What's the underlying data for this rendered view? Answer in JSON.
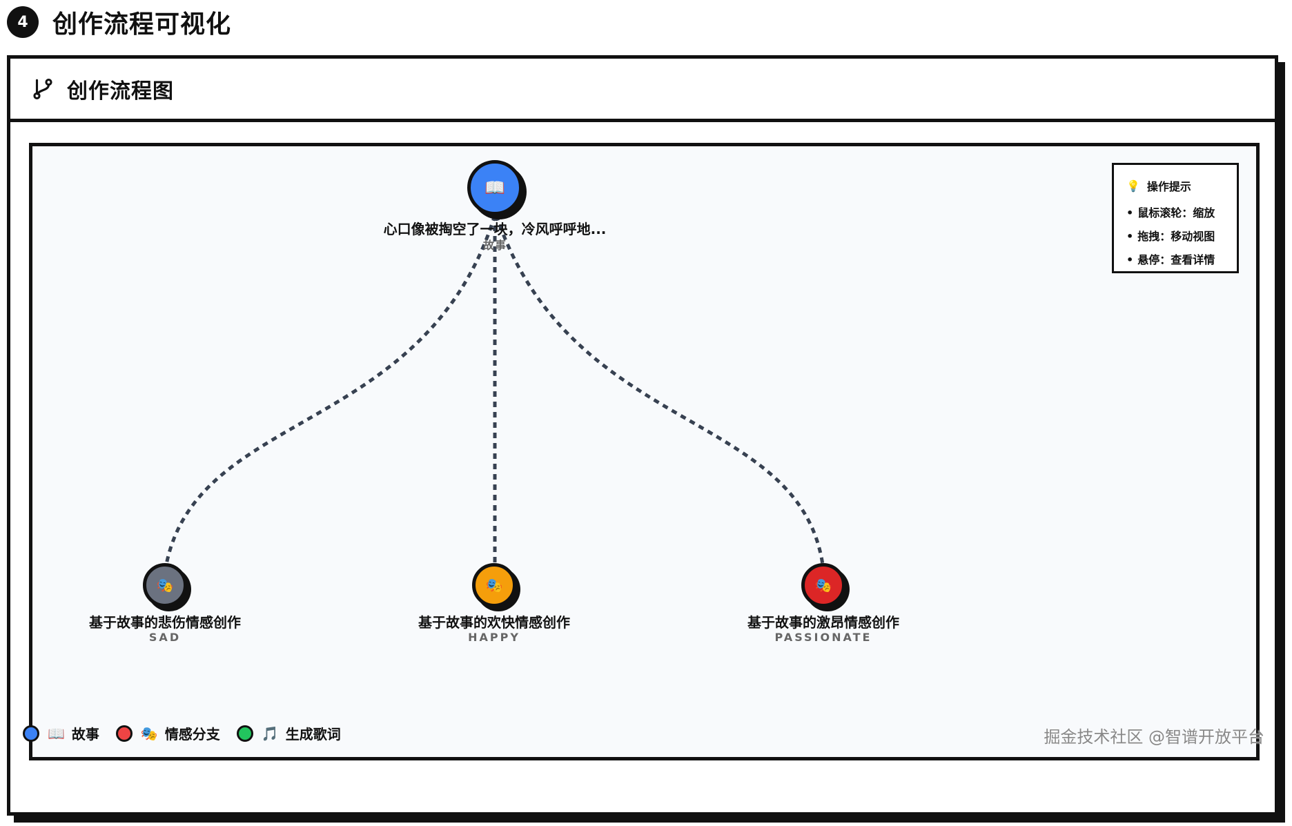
{
  "section": {
    "step": "4",
    "title": "创作流程可视化"
  },
  "card": {
    "title": "创作流程图"
  },
  "tips": {
    "title": "操作提示",
    "items": [
      "鼠标滚轮：缩放",
      "拖拽：移动视图",
      "悬停：查看详情"
    ]
  },
  "nodes": {
    "root": {
      "icon": "📖",
      "label": "心口像被掏空了一块，冷风呼呼地...",
      "type_label": "故事",
      "color": "#3b82f6"
    },
    "sad": {
      "icon": "🎭",
      "label": "基于故事的悲伤情感创作",
      "type_label": "SAD",
      "color": "#6b7280"
    },
    "happy": {
      "icon": "🎭",
      "label": "基于故事的欢快情感创作",
      "type_label": "HAPPY",
      "color": "#f59e0b"
    },
    "passionate": {
      "icon": "🎭",
      "label": "基于故事的激昂情感创作",
      "type_label": "PASSIONATE",
      "color": "#dc2626"
    }
  },
  "legend": [
    {
      "emoji": "📖",
      "label": "故事",
      "color": "#3b82f6"
    },
    {
      "emoji": "🎭",
      "label": "情感分支",
      "color": "#ef4444"
    },
    {
      "emoji": "🎵",
      "label": "生成歌词",
      "color": "#22c55e"
    }
  ],
  "watermark": "掘金技术社区 @智谱开放平台"
}
